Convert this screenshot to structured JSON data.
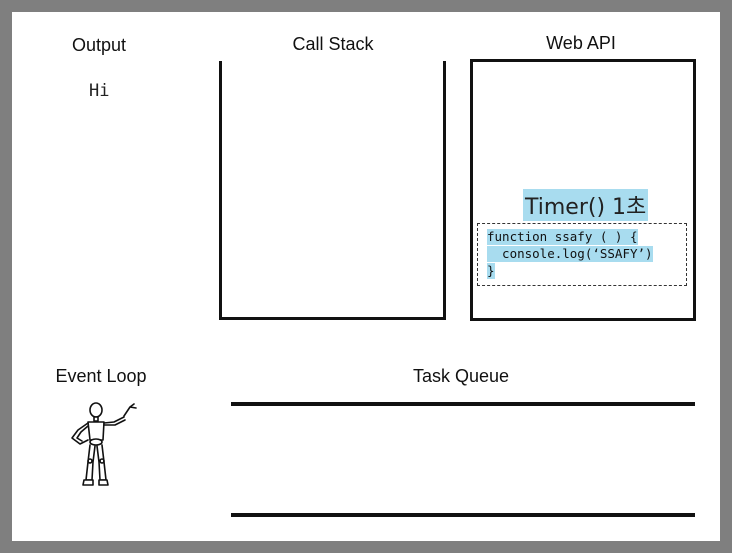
{
  "sections": {
    "output": "Output",
    "call_stack": "Call Stack",
    "web_api": "Web API",
    "event_loop": "Event Loop",
    "task_queue": "Task Queue"
  },
  "output_text": "Hi",
  "web_api_content": {
    "timer_label": "Timer() 1초",
    "code_lines": [
      "function ssafy ( ) {",
      "  console.log(‘SSAFY’)",
      "}"
    ]
  },
  "colors": {
    "frame": "#7f7f7f",
    "highlight": "#a8dcef",
    "stroke": "#111111"
  },
  "icons": {
    "event_loop_figure": "wooden-mannequin-pointing-icon"
  }
}
